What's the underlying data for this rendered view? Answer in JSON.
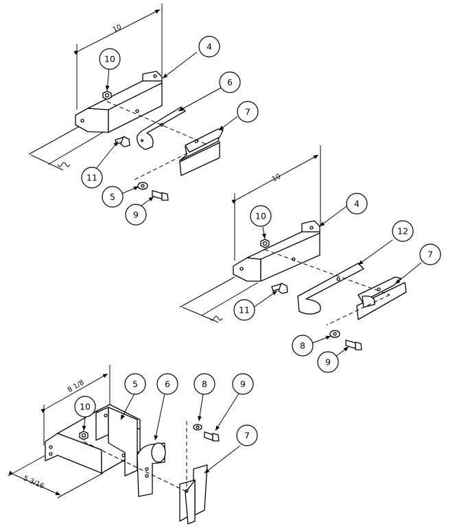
{
  "assemblies": [
    {
      "dimensions": {
        "width": "10"
      },
      "callouts": [
        "4",
        "6",
        "7",
        "10",
        "11",
        "5",
        "9"
      ]
    },
    {
      "dimensions": {
        "width": "10"
      },
      "callouts": [
        "4",
        "12",
        "7",
        "10",
        "11",
        "8",
        "9"
      ]
    },
    {
      "dimensions": {
        "width": "8 1/8",
        "depth": "5 3/16"
      },
      "callouts": [
        "5",
        "6",
        "8",
        "9",
        "10",
        "7"
      ]
    }
  ]
}
